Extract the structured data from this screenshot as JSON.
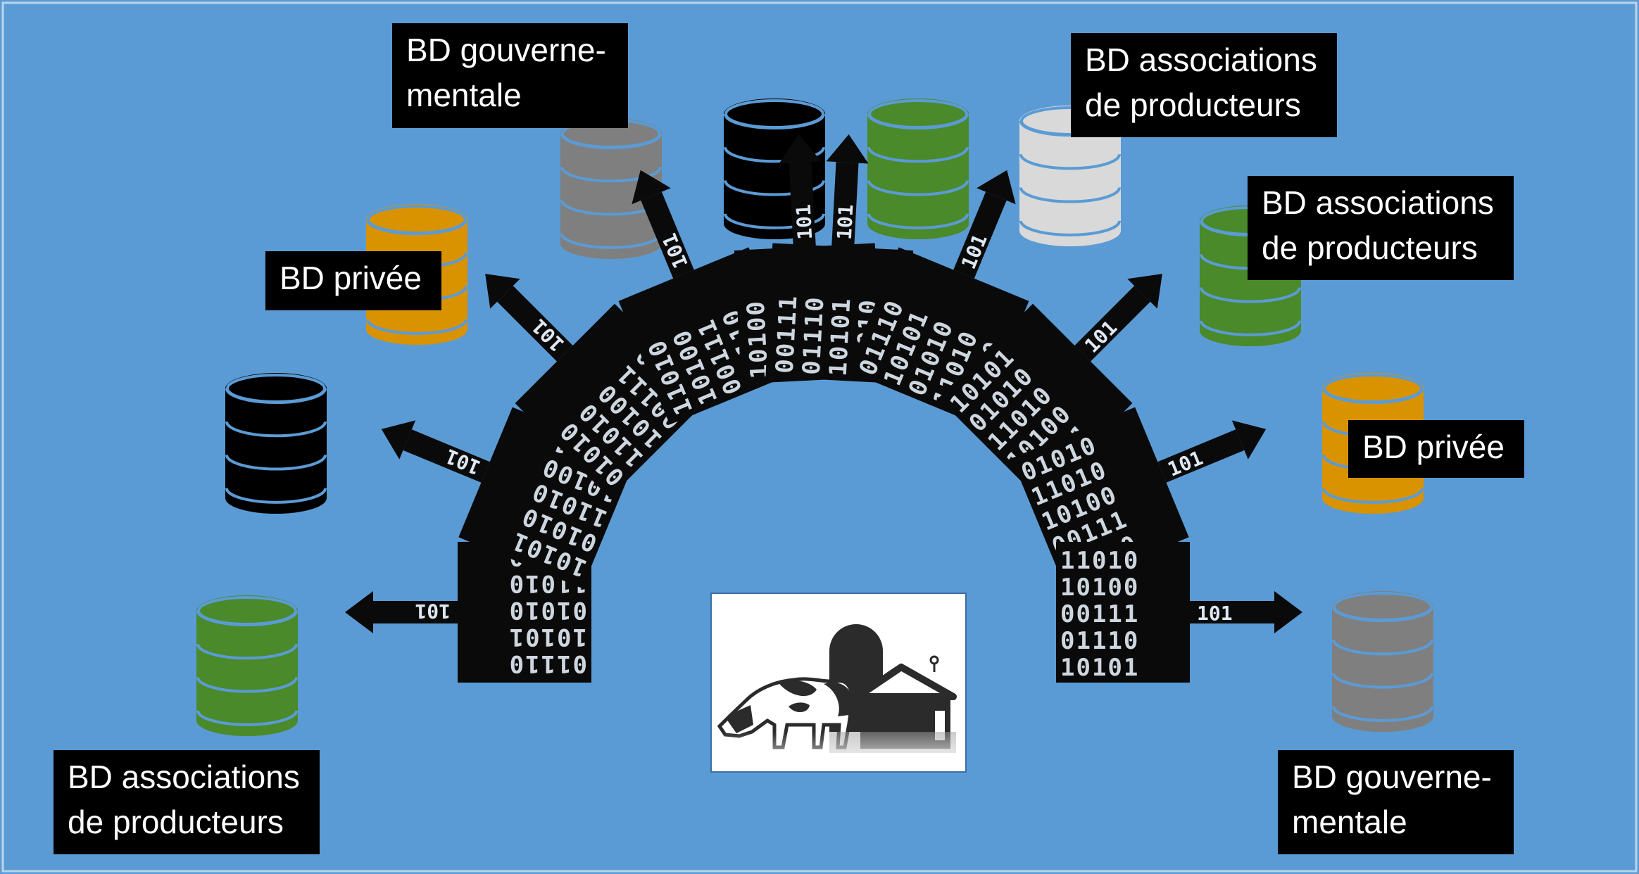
{
  "labels": {
    "gov_top": "BD gouverne-\nmentale",
    "assoc_top_right": "BD associations\nde producteurs",
    "assoc_right": "BD associations\nde producteurs",
    "private_left": "BD privée",
    "private_right": "BD privée",
    "assoc_bottom_left": "BD associations\nde producteurs",
    "gov_bottom_right": "BD gouverne-\nmentale"
  },
  "colors": {
    "background": "#5b9bd5",
    "db_green": "#4a8a2a",
    "db_orange": "#d99200",
    "db_black": "#000000",
    "db_gray": "#7f7f7f",
    "db_lightgray": "#d9d9d9",
    "db_stripe": "#5b9bd5",
    "binary_digits": "#dfe8f2"
  },
  "center_icon": "farm-cow-barn-icon",
  "binary_patterns": [
    "01110",
    "10101",
    "01010",
    "11010",
    "10100",
    "00111"
  ],
  "arrow_tip_text": "101"
}
